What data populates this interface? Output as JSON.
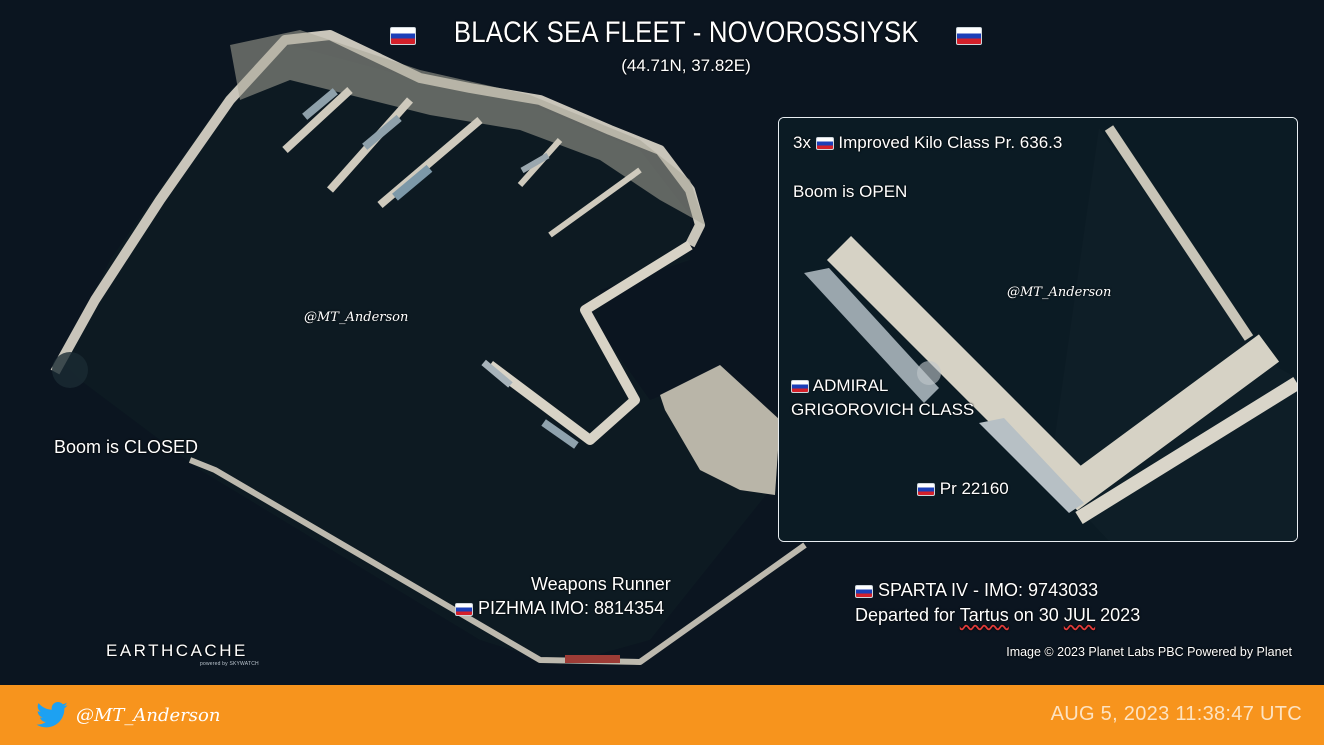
{
  "header": {
    "title": "BLACK SEA FLEET - NOVOROSSIYSK",
    "coords": "(44.71N, 37.82E)"
  },
  "watermark_handle": "@MT_Anderson",
  "labels": {
    "boom_closed": "Boom is CLOSED",
    "weapons_runner": "Weapons Runner",
    "pizhma": "PIZHMA  IMO: 8814354",
    "sparta": "SPARTA IV - IMO: 9743033",
    "departed_prefix": "Departed for ",
    "departed_place": "Tartus",
    "departed_suffix": " on 30 ",
    "departed_month": "JUL",
    "departed_year": " 2023",
    "credit": "Image © 2023 Planet Labs PBC Powered by Planet"
  },
  "inset": {
    "kilo": "3x ",
    "kilo_rest": " Improved Kilo Class Pr. 636.3",
    "boom_open": "Boom is OPEN",
    "admiral_line1": "ADMIRAL",
    "admiral_line2": "GRIGOROVICH CLASS",
    "pr22160": "Pr 22160",
    "handle": "@MT_Anderson"
  },
  "logo": {
    "name": "EARTHCACHE",
    "sub": "powered by SKYWATCH"
  },
  "footer": {
    "handle": "@MT_Anderson",
    "timestamp": "AUG 5, 2023 11:38:47 UTC"
  },
  "icons": [
    "russia-flag-icon",
    "twitter-icon"
  ],
  "colors": {
    "footer_bar": "#f7941d",
    "water": "#0b1520",
    "pier": "#d9d6cc"
  }
}
